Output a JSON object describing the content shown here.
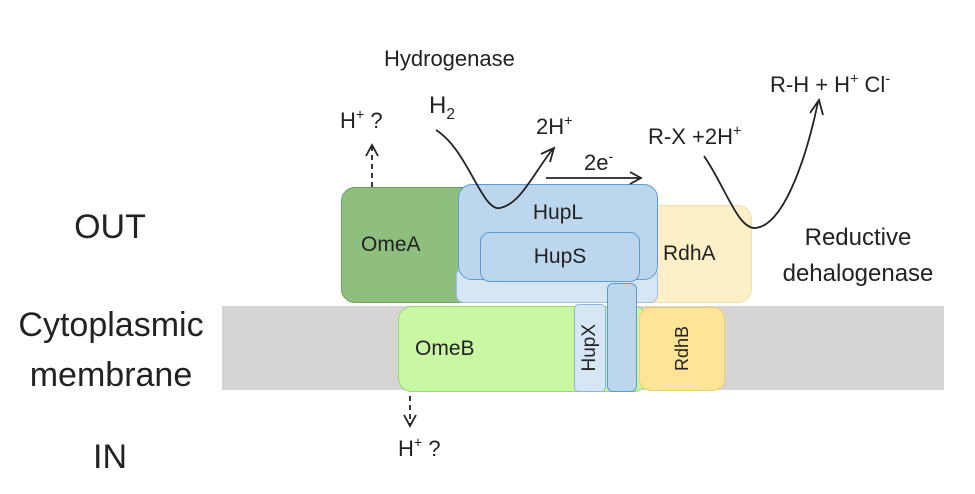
{
  "regions": {
    "out": "OUT",
    "membrane_line1": "Cytoplasmic",
    "membrane_line2": "membrane",
    "in": "IN"
  },
  "proteins": {
    "omea": "OmeA",
    "hupl": "HupL",
    "hups": "HupS",
    "rdha": "RdhA",
    "omeb": "OmeB",
    "hupx": "HupX",
    "rdhb": "RdhB"
  },
  "annotations": {
    "hydrogenase": "Hydrogenase",
    "reductive_line1": "Reductive",
    "reductive_line2": "dehalogenase",
    "proton_out_base": "H",
    "proton_out_sup": "+",
    "proton_out_q": " ?",
    "proton_in_base": "H",
    "proton_in_sup": "+",
    "proton_in_q": " ?",
    "h2_base": "H",
    "h2_sub": "2",
    "two_h_base": "2H",
    "two_h_sup": "+",
    "electrons_base": "2e",
    "electrons_sup": "-",
    "rx_base": "R-X +2H",
    "rx_sup": "+",
    "product_base": "R-H + H",
    "product_sup1": "+",
    "product_cl": " Cl",
    "product_sup2": "-"
  },
  "colors": {
    "membrane": "#d4d4d4",
    "omea_fill": "#8fbf7e",
    "omea_border": "#6e9f60",
    "hydrogenase_fill": "#bcd6ee",
    "hydrogenase_border": "#5b9bd5",
    "rdha_fill": "#fdefc8",
    "rdha_border": "#f3dfa8",
    "omeb_fill": "#c9f7a3",
    "omeb_border": "#9bd470",
    "rdhb_fill": "#ffe396",
    "rdhb_border": "#f2cf6e"
  }
}
